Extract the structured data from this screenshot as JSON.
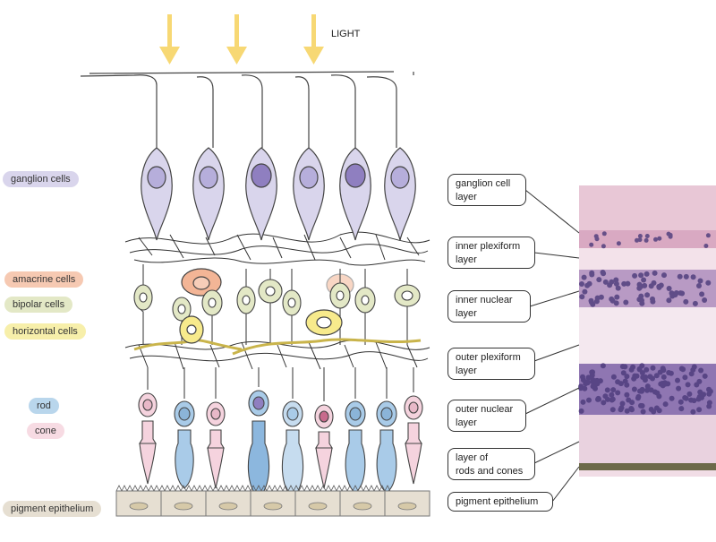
{
  "light": {
    "label": "LIGHT"
  },
  "cell_labels": [
    {
      "text": "ganglion cells",
      "color": "#d9d5ec"
    },
    {
      "text": "amacrine cells",
      "color": "#f6c9b2"
    },
    {
      "text": "bipolar cells",
      "color": "#e3e8c6"
    },
    {
      "text": "horizontal cells",
      "color": "#f7efaa"
    },
    {
      "text": "rod",
      "color": "#b9d6ec"
    },
    {
      "text": "cone",
      "color": "#f7dbe3"
    },
    {
      "text": "pigment epithelium",
      "color": "#e6dfd2"
    }
  ],
  "layer_labels": [
    {
      "line1": "ganglion cell",
      "line2": "layer"
    },
    {
      "line1": "inner plexiform",
      "line2": "layer"
    },
    {
      "line1": "inner nuclear",
      "line2": "layer"
    },
    {
      "line1": "outer plexiform",
      "line2": "layer"
    },
    {
      "line1": "outer nuclear",
      "line2": "layer"
    },
    {
      "line1": "layer of",
      "line2": "rods and cones"
    },
    {
      "line1": "pigment epithelium",
      "line2": ""
    }
  ],
  "colors": {
    "ganglion": "#d9d5ec",
    "ganglion_nucleus": "#8f7fc0",
    "amacrine": "#f3b596",
    "bipolar": "#e3e8c6",
    "horizontal": "#f7ea8c",
    "rod": "#a9cbe8",
    "cone": "#f5d3de",
    "pigment": "#e6dfd2",
    "arrow": "#f7d874"
  }
}
